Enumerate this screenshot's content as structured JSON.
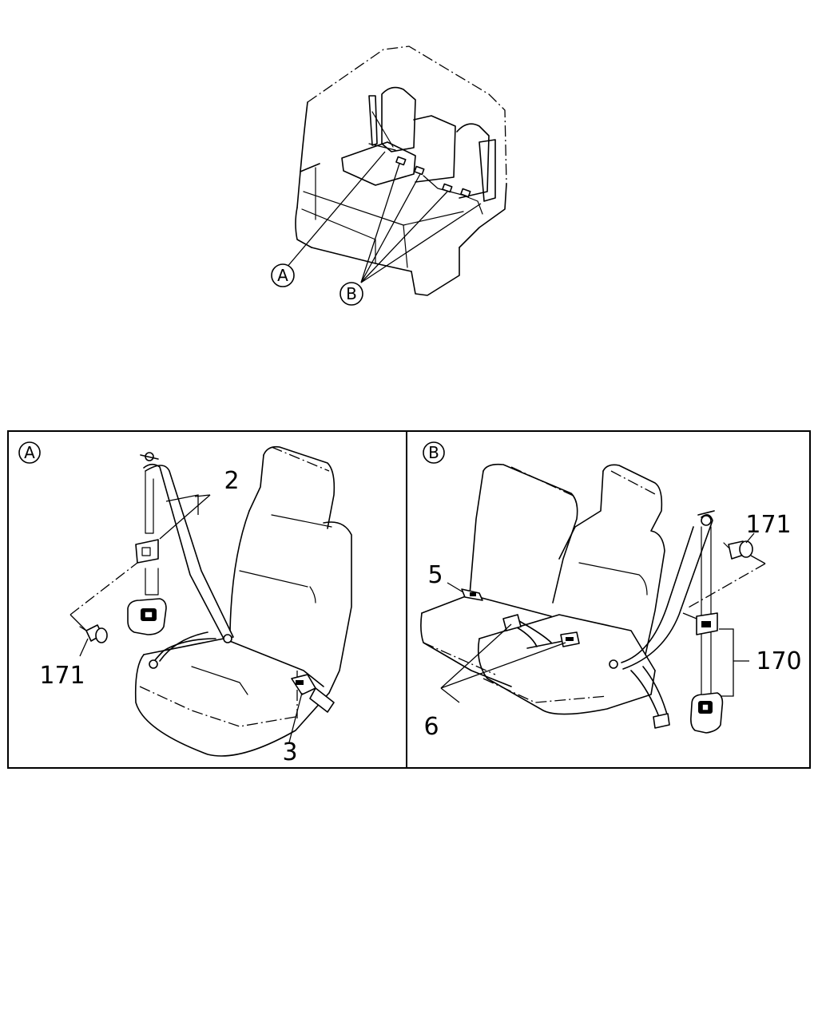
{
  "overview": {
    "callout_a": "A",
    "callout_b": "B"
  },
  "panel_a": {
    "tag": "A",
    "labels": {
      "belt_assembly": "2",
      "buckle": "3",
      "bolt": "171"
    }
  },
  "panel_b": {
    "tag": "B",
    "labels": {
      "buckle_left": "5",
      "buckle_center": "6",
      "bolt": "171",
      "retractor_belt": "170"
    }
  }
}
